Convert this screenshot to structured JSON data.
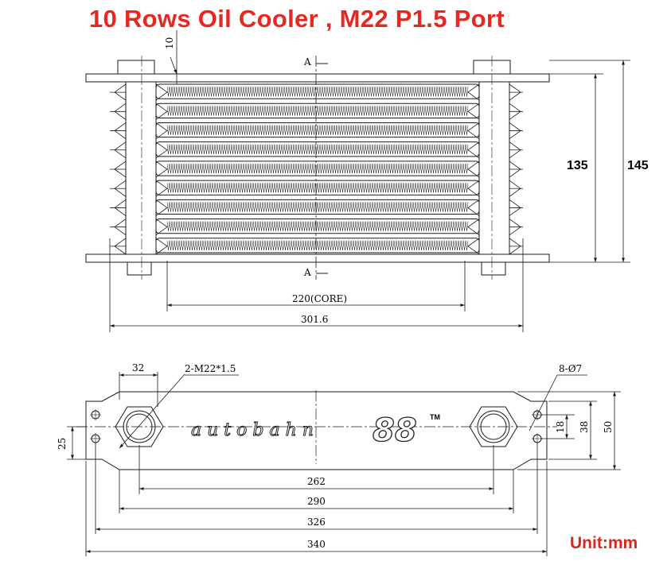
{
  "title": "10 Rows Oil Cooler , M22 P1.5 Port",
  "unit_label": "Unit:mm",
  "colors": {
    "title": "#e8281e",
    "unit": "#d8281e",
    "line": "#1a1a1a"
  },
  "front_view": {
    "section_marks": [
      "A",
      "A"
    ],
    "tab_dim": "10",
    "height_dims": {
      "core": "135",
      "overall": "145"
    },
    "width_dims": {
      "core": "220(CORE)",
      "overall": "301.6"
    },
    "row_count": 10
  },
  "top_view": {
    "port_spec": "2-M22*1.5",
    "hole_spec": "8-Ø7",
    "port_offset": "32",
    "left_height": "25",
    "right_dims": [
      "18",
      "38",
      "50"
    ],
    "width_dims": [
      "262",
      "290",
      "326",
      "340"
    ],
    "logo_text": "autobahn",
    "logo_number": "88",
    "logo_mark": "TM"
  }
}
